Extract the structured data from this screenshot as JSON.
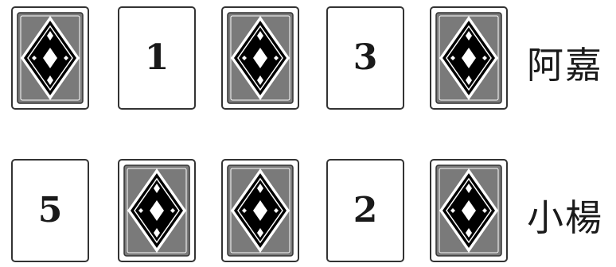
{
  "rows": [
    {
      "player": "阿嘉",
      "cards": [
        {
          "type": "back"
        },
        {
          "type": "face",
          "value": "1"
        },
        {
          "type": "back"
        },
        {
          "type": "face",
          "value": "3"
        },
        {
          "type": "back"
        }
      ]
    },
    {
      "player": "小楊",
      "cards": [
        {
          "type": "face",
          "value": "5"
        },
        {
          "type": "back"
        },
        {
          "type": "back"
        },
        {
          "type": "face",
          "value": "2"
        },
        {
          "type": "back"
        }
      ]
    }
  ],
  "colors": {
    "card_back_fill": "#7a7a7a",
    "card_back_border": "#333333",
    "diamond_fill": "#000000",
    "accent": "#ffffff"
  },
  "icons": {
    "card_back": "diamond-pattern-card-back"
  }
}
